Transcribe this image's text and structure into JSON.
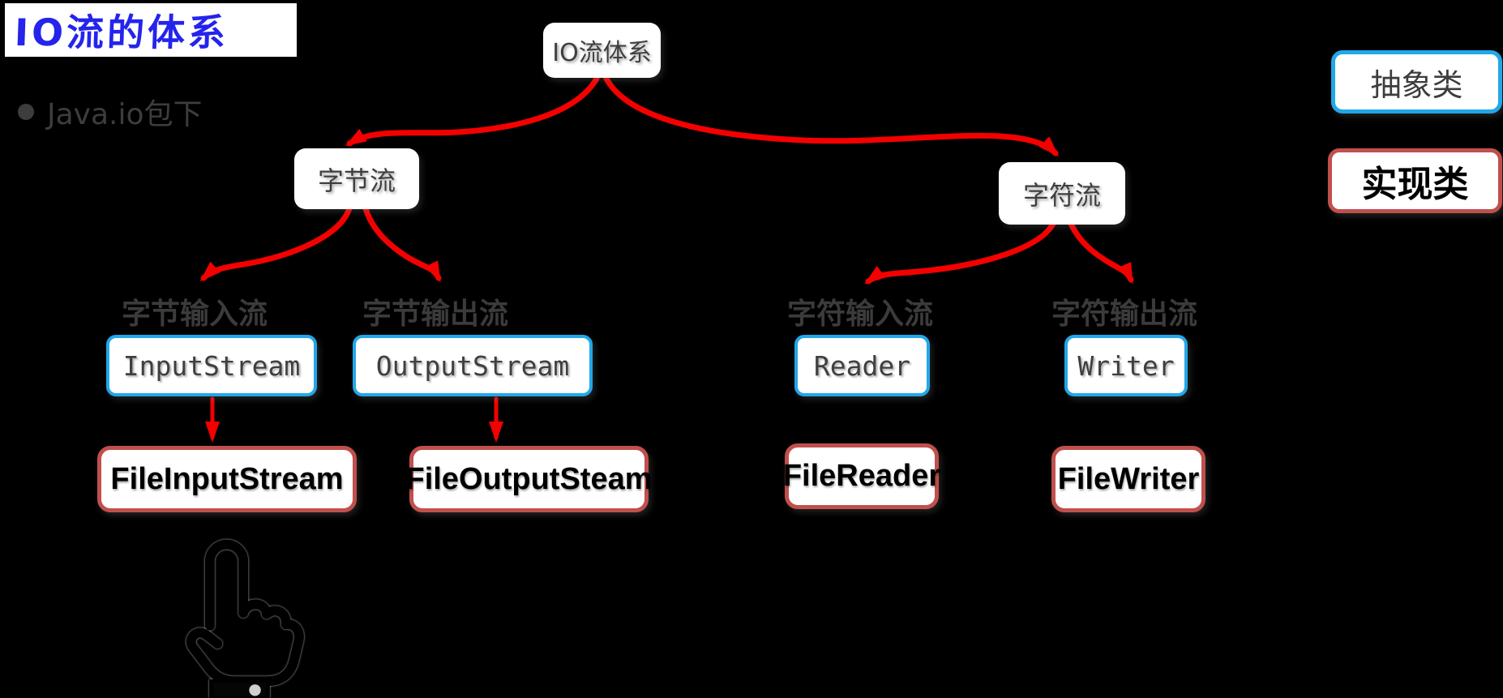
{
  "page": {
    "background_color": "#000000"
  },
  "title_banner": {
    "text": "IO流的体系",
    "text_color": "#2424EC",
    "background": "#FFFFFF"
  },
  "subtitle": {
    "text": "Java.io包下"
  },
  "tree": {
    "root": {
      "label": "IO流体系"
    },
    "branches": [
      {
        "label": "字节流"
      },
      {
        "label": "字符流"
      }
    ],
    "groups": [
      {
        "category": "字节输入流",
        "abstract_class": "InputStream",
        "impl_class": "FileInputStream",
        "arrow_between": true
      },
      {
        "category": "字节输出流",
        "abstract_class": "OutputStream",
        "impl_class": "FileOutputSteam",
        "arrow_between": true
      },
      {
        "category": "字符输入流",
        "abstract_class": "Reader",
        "impl_class": "FileReader",
        "arrow_between": false
      },
      {
        "category": "字符输出流",
        "abstract_class": "Writer",
        "impl_class": "FileWriter",
        "arrow_between": false
      }
    ]
  },
  "legend": [
    {
      "label": "抽象类",
      "border_color": "#22A7E8"
    },
    {
      "label": "实现类",
      "border_color": "#C0504D"
    }
  ],
  "colors": {
    "arrow": "#F40000",
    "abstract_border": "#22A7E8",
    "impl_border": "#C0504D",
    "node_text": "#3F3F3F",
    "label_text": "#3B3B3B"
  },
  "icons": {
    "hand": "pointing-hand-icon"
  }
}
